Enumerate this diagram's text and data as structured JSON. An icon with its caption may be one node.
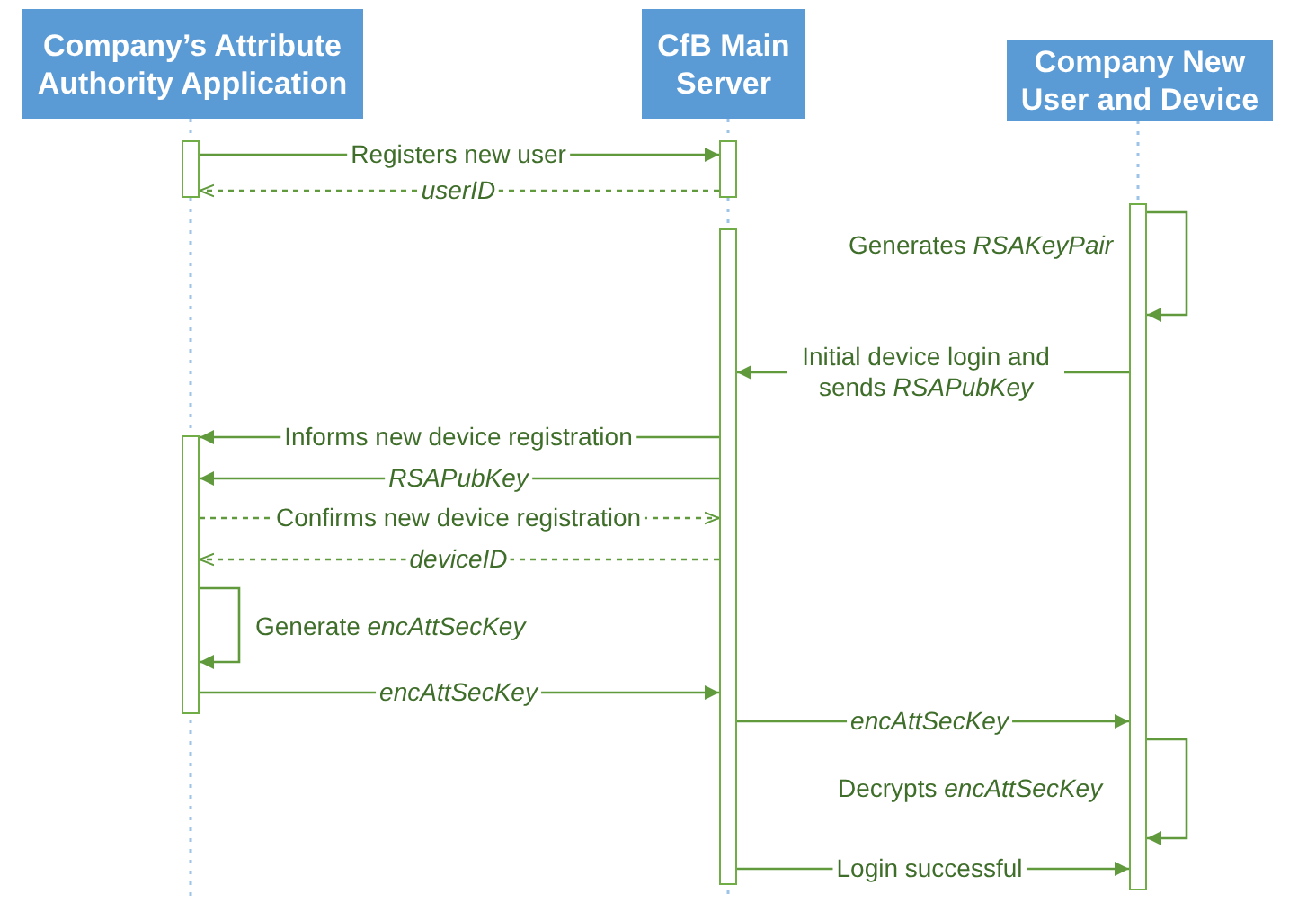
{
  "diagram": {
    "nodes": [
      {
        "text": [
          "Company’s Attribute Authority Application"
        ]
      },
      {
        "text": [
          "CfB Main Server"
        ]
      },
      {
        "text": [
          "Company New User and Device"
        ]
      },
      {
        "text": [],
        "shape": "bar"
      },
      {
        "text": [],
        "shape": "bar"
      },
      {
        "text": [],
        "shape": "bar"
      },
      {
        "text": [],
        "shape": "bar"
      },
      {
        "text": [],
        "shape": "bar"
      }
    ],
    "edges": [
      {
        "from": 3,
        "to": 4,
        "arrow": "to",
        "label": "Registers new user"
      },
      {
        "from": 4,
        "to": 3,
        "arrow": "to",
        "label": "userID",
        "style": "dashed"
      },
      {
        "from": 5,
        "to": 5,
        "arrow": "to",
        "label": "Generates *RSAKeyPair*"
      },
      {
        "from": 5,
        "to": 6,
        "arrow": "to",
        "label": "Initial device login and sends *RSAPubKey*"
      },
      {
        "from": 6,
        "to": 7,
        "arrow": "to",
        "label": "Informs new device registration"
      },
      {
        "from": 6,
        "to": 7,
        "arrow": "to",
        "label": "RSAPubKey"
      },
      {
        "from": 7,
        "to": 6,
        "arrow": "to",
        "label": "Confirms new device registration",
        "style": "dashed"
      },
      {
        "from": 6,
        "to": 7,
        "arrow": "to",
        "label": "deviceID",
        "style": "dashed"
      },
      {
        "from": 7,
        "to": 7,
        "arrow": "to",
        "label": "Generate *encAttSecKey*"
      },
      {
        "from": 7,
        "to": 6,
        "arrow": "to",
        "label": "encAttSecKey"
      },
      {
        "from": 6,
        "to": 5,
        "arrow": "to",
        "label": "encAttSecKey"
      },
      {
        "from": 5,
        "to": 5,
        "arrow": "to",
        "label": "Decrypts *encAttSecKey*"
      },
      {
        "from": 6,
        "to": 5,
        "arrow": "to",
        "label": "Login successful"
      },
      {
        "from": 0,
        "to": 3,
        "arrow": "none",
        "style": "dashed",
        "color": "#9dc3e6"
      },
      {
        "from": 3,
        "to": 7,
        "arrow": "none",
        "style": "dashed",
        "color": "#9dc3e6"
      },
      {
        "from": 1,
        "to": 4,
        "arrow": "none",
        "style": "dashed",
        "color": "#9dc3e6"
      },
      {
        "from": 4,
        "to": 6,
        "arrow": "none",
        "style": "dashed",
        "color": "#9dc3e6"
      },
      {
        "from": 2,
        "to": 5,
        "arrow": "none",
        "style": "dashed",
        "color": "#9dc3e6"
      }
    ]
  }
}
